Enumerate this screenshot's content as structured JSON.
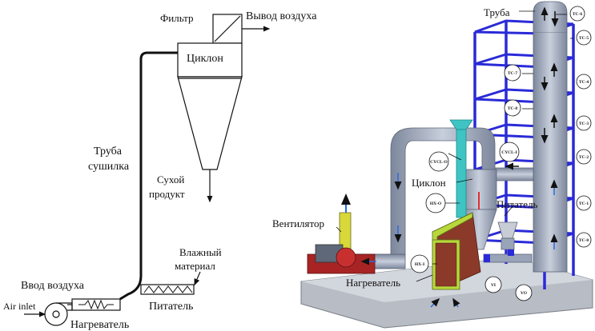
{
  "schematic": {
    "filter": "Фильтр",
    "air_out": "Вывод воздуха",
    "cyclone": "Циклон",
    "drying_tube_line1": "Труба",
    "drying_tube_line2": "сушилка",
    "dry_product_line1": "Сухой",
    "dry_product_line2": "продукт",
    "wet_material_line1": "Влажный",
    "wet_material_line2": "материал",
    "air_input": "Ввод воздуха",
    "air_inlet": "Air inlet",
    "heater": "Нагреватель",
    "feeder": "Питатель"
  },
  "model3d": {
    "pipe": "Труба",
    "cyclone": "Циклон",
    "feeder": "Питатель",
    "fan": "Вентилятор",
    "heater": "Нагреватель",
    "tags": {
      "tc6": "TC-6",
      "tc5": "TC-5",
      "tc7": "TC-7",
      "tc4": "TC-4",
      "tc8": "TC-8",
      "tc3": "TC-3",
      "tc2": "TC-2",
      "tc1": "TC-1",
      "tc0": "TC-0",
      "cyclo": "CYCL-O",
      "cycli": "CYCL-I",
      "hxo": "HX-O",
      "hxi": "HX-I",
      "vi": "VI",
      "vo": "VO"
    }
  },
  "colors": {
    "frame": "#2a2ad8",
    "duct": "#9aa4b8",
    "heater_body": "#8b3a2a",
    "heater_frame": "#b8d83a",
    "chimney": "#3fc4c4",
    "fan": "#8a2020",
    "base": "#b8bcc4"
  }
}
